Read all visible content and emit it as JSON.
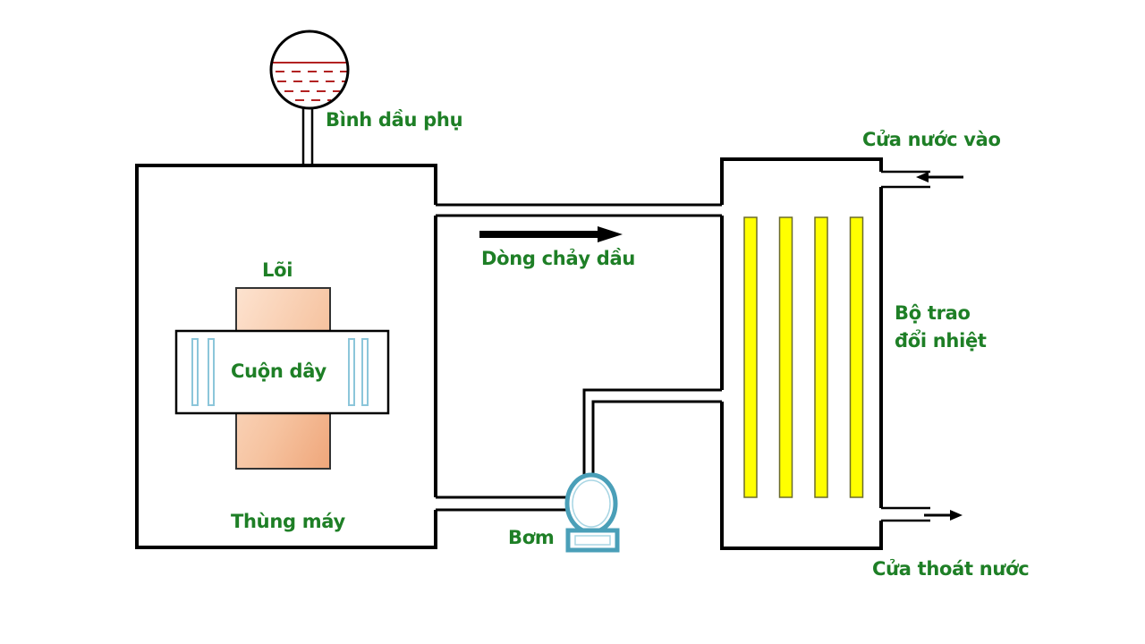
{
  "diagram": {
    "type": "transformer-oil-cooling-schematic",
    "colors": {
      "label_text": "#1e7f26",
      "outline": "#000000",
      "core_fill": "#f2b48a",
      "coil_bars": "#bfe3ef",
      "heat_exchanger_tubes": "#ffff00",
      "pump": "#4a9fb8",
      "oil_level": "#b22222"
    },
    "labels": {
      "conservator": "Bình dầu phụ",
      "core": "Lõi",
      "winding": "Cuộn dây",
      "tank": "Thùng máy",
      "oil_flow": "Dòng chảy dầu",
      "pump": "Bơm",
      "heat_exchanger_line1": "Bộ trao",
      "heat_exchanger_line2": "đổi nhiệt",
      "water_inlet": "Cửa nước vào",
      "water_outlet": "Cửa thoát nước"
    },
    "heat_exchanger_tube_count": 4,
    "arrows": [
      {
        "name": "oil-flow-arrow",
        "direction": "right"
      },
      {
        "name": "water-inlet-arrow",
        "direction": "left"
      },
      {
        "name": "water-outlet-arrow",
        "direction": "right"
      }
    ]
  }
}
